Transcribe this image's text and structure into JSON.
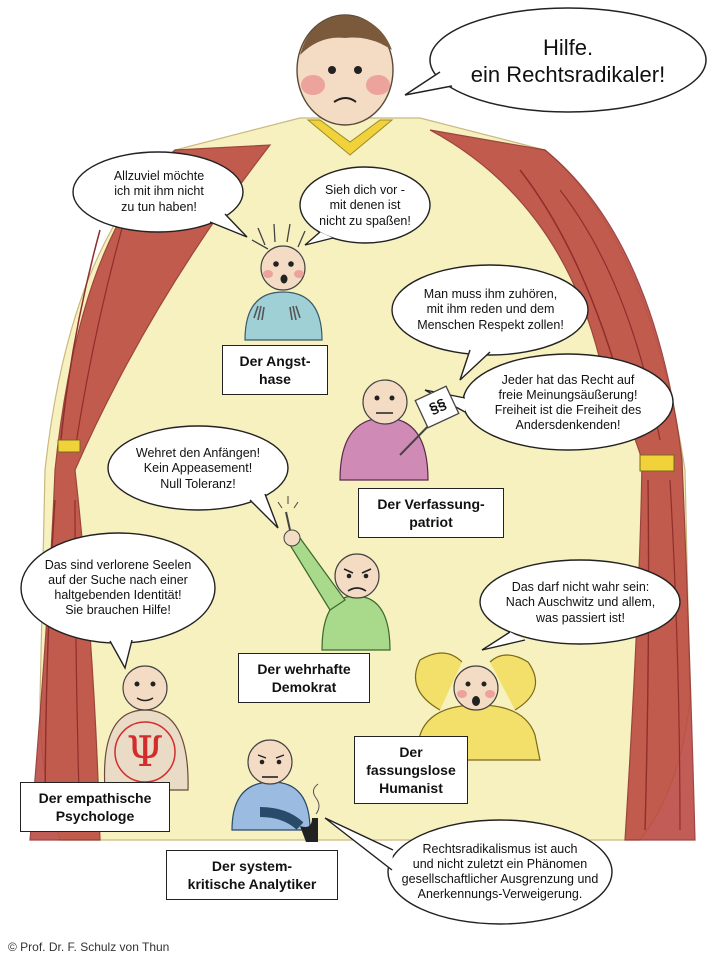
{
  "colors": {
    "robe": "#f7f1c0",
    "curtain": "#b9473f",
    "curtain_dark": "#8f2f2b",
    "tieback": "#f2d23a",
    "skin": "#f4dcc4",
    "angsthase_shirt": "#9fd0d6",
    "patriot_shirt": "#cf8ab6",
    "demokrat_shirt": "#a9d98a",
    "psychologe_shirt": "#e9dbc6",
    "psi_red": "#d22d2d",
    "humanist_shirt": "#f3e06a",
    "analytiker_shirt": "#9bbbe0"
  },
  "giant": {
    "speech": "Hilfe.\nein Rechtsradikaler!"
  },
  "characters": [
    {
      "id": "angsthase",
      "label": "Der Angst-\nhase",
      "bubbles": [
        "Allzuviel möchte\nich mit ihm nicht\nzu tun haben!",
        "Sieh dich vor -\nmit denen ist\nnicht zu spaßen!"
      ]
    },
    {
      "id": "verfassungspatriot",
      "label": "Der Verfassung-\npatriot",
      "sign": "§§",
      "bubbles": [
        "Man muss ihm zuhören,\nmit ihm reden und dem\nMenschen Respekt zollen!",
        "Jeder hat das Recht auf\nfreie Meinungsäußerung!\nFreiheit ist die Freiheit des\nAndersdenkenden!"
      ]
    },
    {
      "id": "demokrat",
      "label": "Der wehrhafte\nDemokrat",
      "bubbles": [
        "Wehret den Anfängen!\nKein Appeasement!\nNull Toleranz!"
      ]
    },
    {
      "id": "psychologe",
      "label": "Der empathische\nPsychologe",
      "symbol": "Ψ",
      "bubbles": [
        "Das sind verlorene  Seelen\nauf der Suche nach einer\nhaltgebenden Identität!\nSie brauchen Hilfe!"
      ]
    },
    {
      "id": "humanist",
      "label": "Der\nfassungslose\nHumanist",
      "bubbles": [
        "Das darf nicht wahr sein:\nNach Auschwitz und allem,\nwas passiert ist!"
      ]
    },
    {
      "id": "analytiker",
      "label": "Der system-\nkritische Analytiker",
      "bubbles": [
        "Rechtsradikalismus ist auch\nund nicht zuletzt ein Phänomen\ngesellschaftlicher Ausgrenzung und\nAnerkennungs-Verweigerung."
      ]
    }
  ],
  "copyright": "© Prof. Dr. F. Schulz von Thun"
}
